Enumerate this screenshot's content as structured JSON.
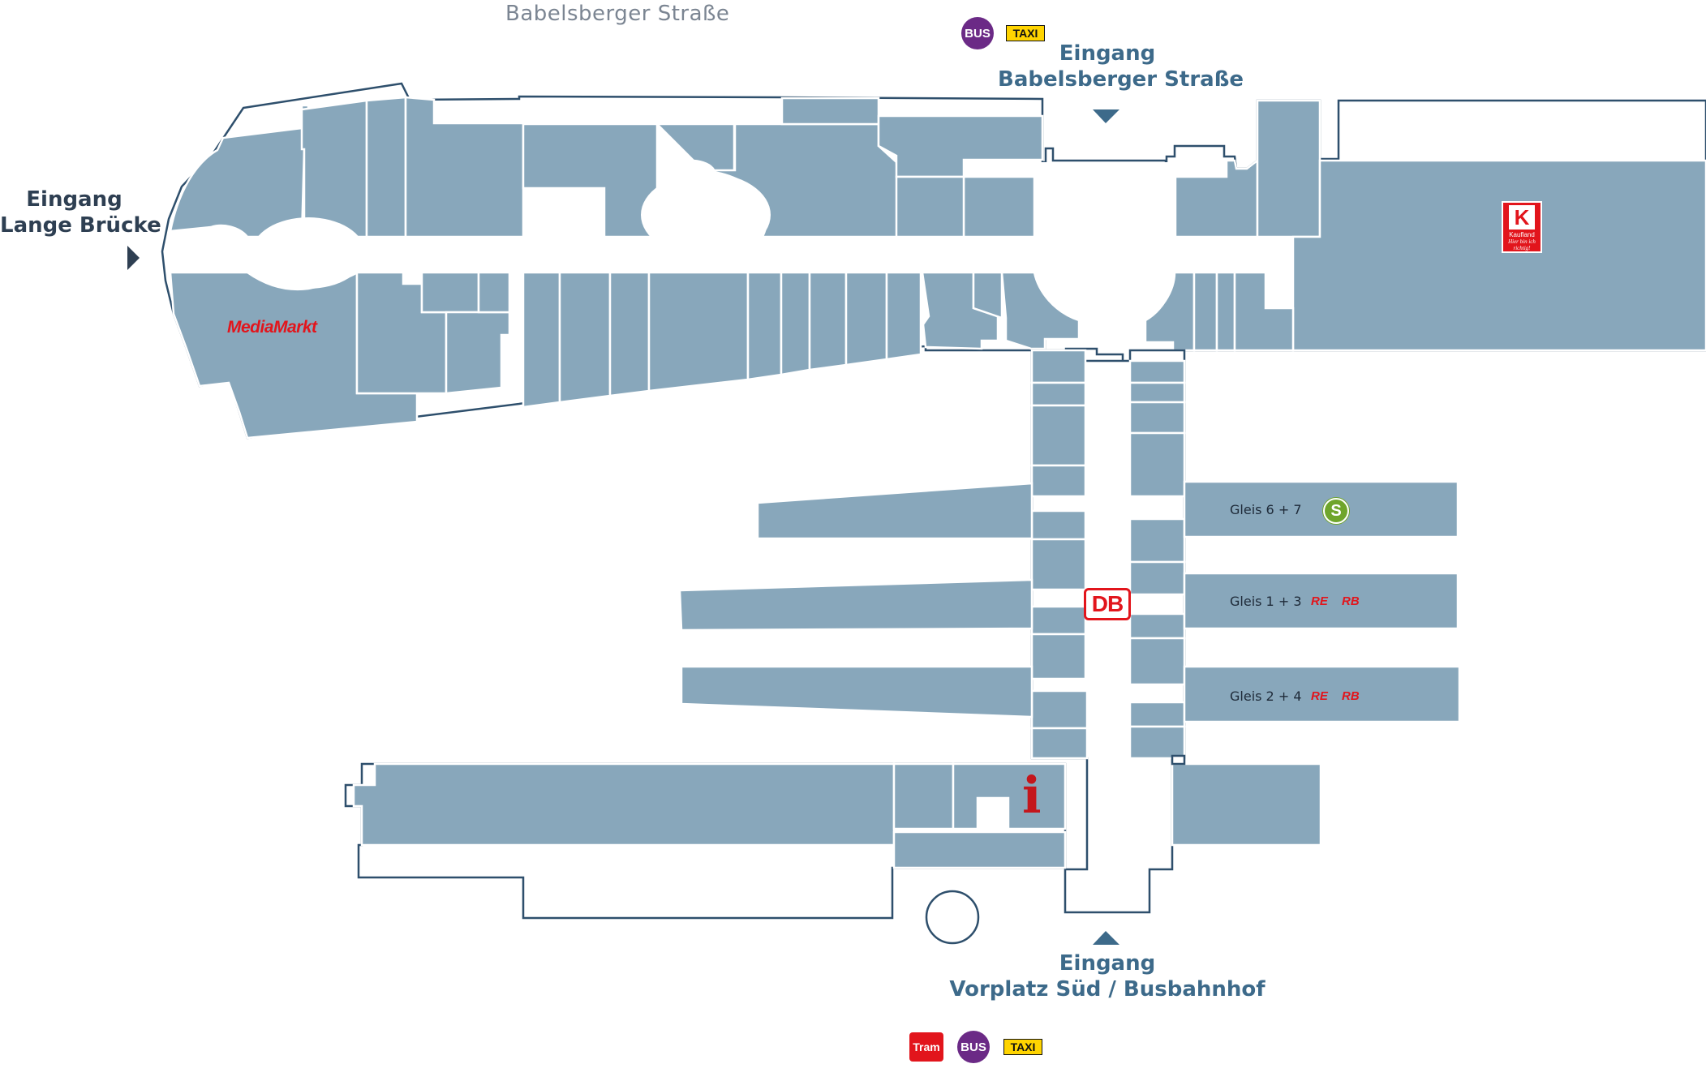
{
  "colors": {
    "unit_fill": "#88a7bb",
    "wall_stroke": "#2e4f6c",
    "entrance_color": "#3d6a8a",
    "accent_red": "#e2151c",
    "bus_purple": "#6b2a86",
    "taxi_yellow": "#ffd400",
    "sbahn_green": "#6fa52b"
  },
  "streets": {
    "north": "Babelsberger Straße"
  },
  "entrances": {
    "north": {
      "line1": "Eingang",
      "line2": "Babelsberger Straße"
    },
    "west": {
      "line1": "Eingang",
      "line2": "Lange Brücke"
    },
    "south": {
      "line1": "Eingang",
      "line2": "Vorplatz Süd / Busbahnhof"
    }
  },
  "transport": {
    "north": [
      "BUS",
      "TAXI"
    ],
    "south": [
      "Tram",
      "BUS",
      "TAXI"
    ]
  },
  "tracks": [
    {
      "label": "Gleis 6 + 7",
      "service": "S",
      "icon": "sbahn-icon"
    },
    {
      "label": "Gleis 1 + 3",
      "types": [
        "RE",
        "RB"
      ]
    },
    {
      "label": "Gleis 2 + 4",
      "types": [
        "RE",
        "RB"
      ]
    }
  ],
  "brands": {
    "media_markt": "MediaMarkt",
    "kaufland": {
      "letter": "K",
      "name": "Kaufland",
      "slogan": "Hier bin ich richtig!"
    },
    "db": "DB"
  },
  "icons": {
    "info": "i",
    "entrance_arrow": "triangle-arrow-icon"
  }
}
